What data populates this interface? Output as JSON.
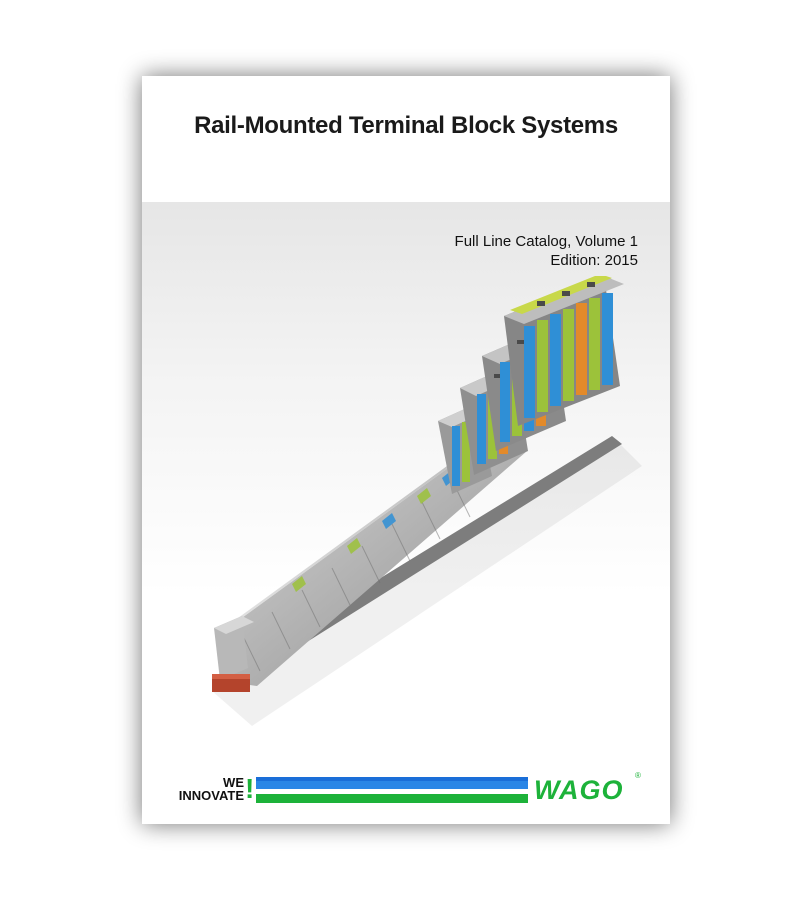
{
  "cover": {
    "title": "Rail-Mounted Terminal Block Systems",
    "subtitle_line1": "Full Line Catalog, Volume 1",
    "subtitle_line2": "Edition: 2015"
  },
  "footer": {
    "slogan_line1": "WE",
    "slogan_line2": "INNOVATE",
    "slogan_mark": "!",
    "brand": "WAGO",
    "registered": "®"
  },
  "colors": {
    "brand_green": "#1db23a",
    "brand_blue": "#1a6ed8"
  },
  "image": {
    "name": "terminal-block-assembly-photo"
  }
}
